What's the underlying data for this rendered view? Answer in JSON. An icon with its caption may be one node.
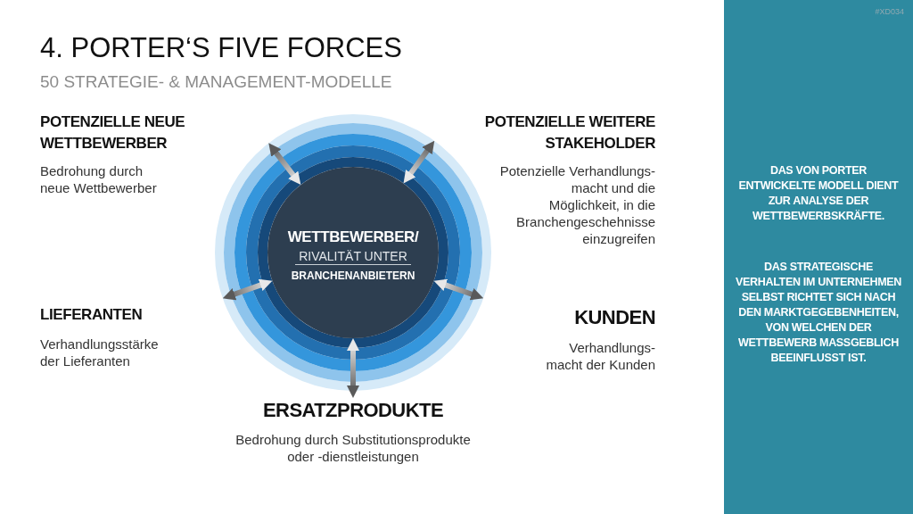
{
  "diagram": {
    "title": "4. PORTER‘S FIVE FORCES",
    "nodes": [
      {
        "text": [
          "POTENZIELLE NEUE WETTBEWERBER",
          "Bedrohung durch neue Wettbewerber"
        ]
      },
      {
        "text": [
          "POTENZIELLE WEITERE STAKEHOLDER",
          "Potenzielle Verhandlungs- macht und die Möglichkeit, in die Branchengeschehnisse einzugreifen"
        ]
      },
      {
        "text": [
          "WETTBEWERBER/",
          "RIVALITÄT UNTER",
          "BRANCHENANBIETERN"
        ]
      },
      {
        "text": [
          "LIEFERANTEN",
          "Verhandlungsstärke der Lieferanten"
        ]
      },
      {
        "text": [
          "KUNDEN",
          "Verhandlungs- macht der Kunden"
        ]
      },
      {
        "text": [
          "ERSATZPRODUKTE",
          "Bedrohung durch Substitutionsprodukte oder -dienstleistungen"
        ]
      },
      {
        "text": [
          "DAS VON PORTER ENTWICKELTE MODELL DIENT ZUR ANALYSE DER WETTBEWERBSKRÄFTE.",
          "DAS STRATEGISCHE VERHALTEN IM UNTERNEHMEN SELBST RICHTET SICH NACH DEN MARKTGEGEBENHEITEN, VON WELCHEN DER WETTBEWERB MASSGEBLICH BEEINFLUSST IST."
        ]
      }
    ],
    "edges": [
      {
        "from": null,
        "to": 2,
        "arrow": "both"
      },
      {
        "from": null,
        "to": 2,
        "arrow": "both"
      },
      {
        "from": null,
        "to": 2,
        "arrow": "both"
      },
      {
        "from": null,
        "to": 2,
        "arrow": "both"
      },
      {
        "from": 5,
        "to": 2,
        "arrow": "both"
      }
    ],
    "labels": [
      "#XD034",
      "50 STRATEGIE- & MANAGEMENT-MODELLE"
    ]
  }
}
